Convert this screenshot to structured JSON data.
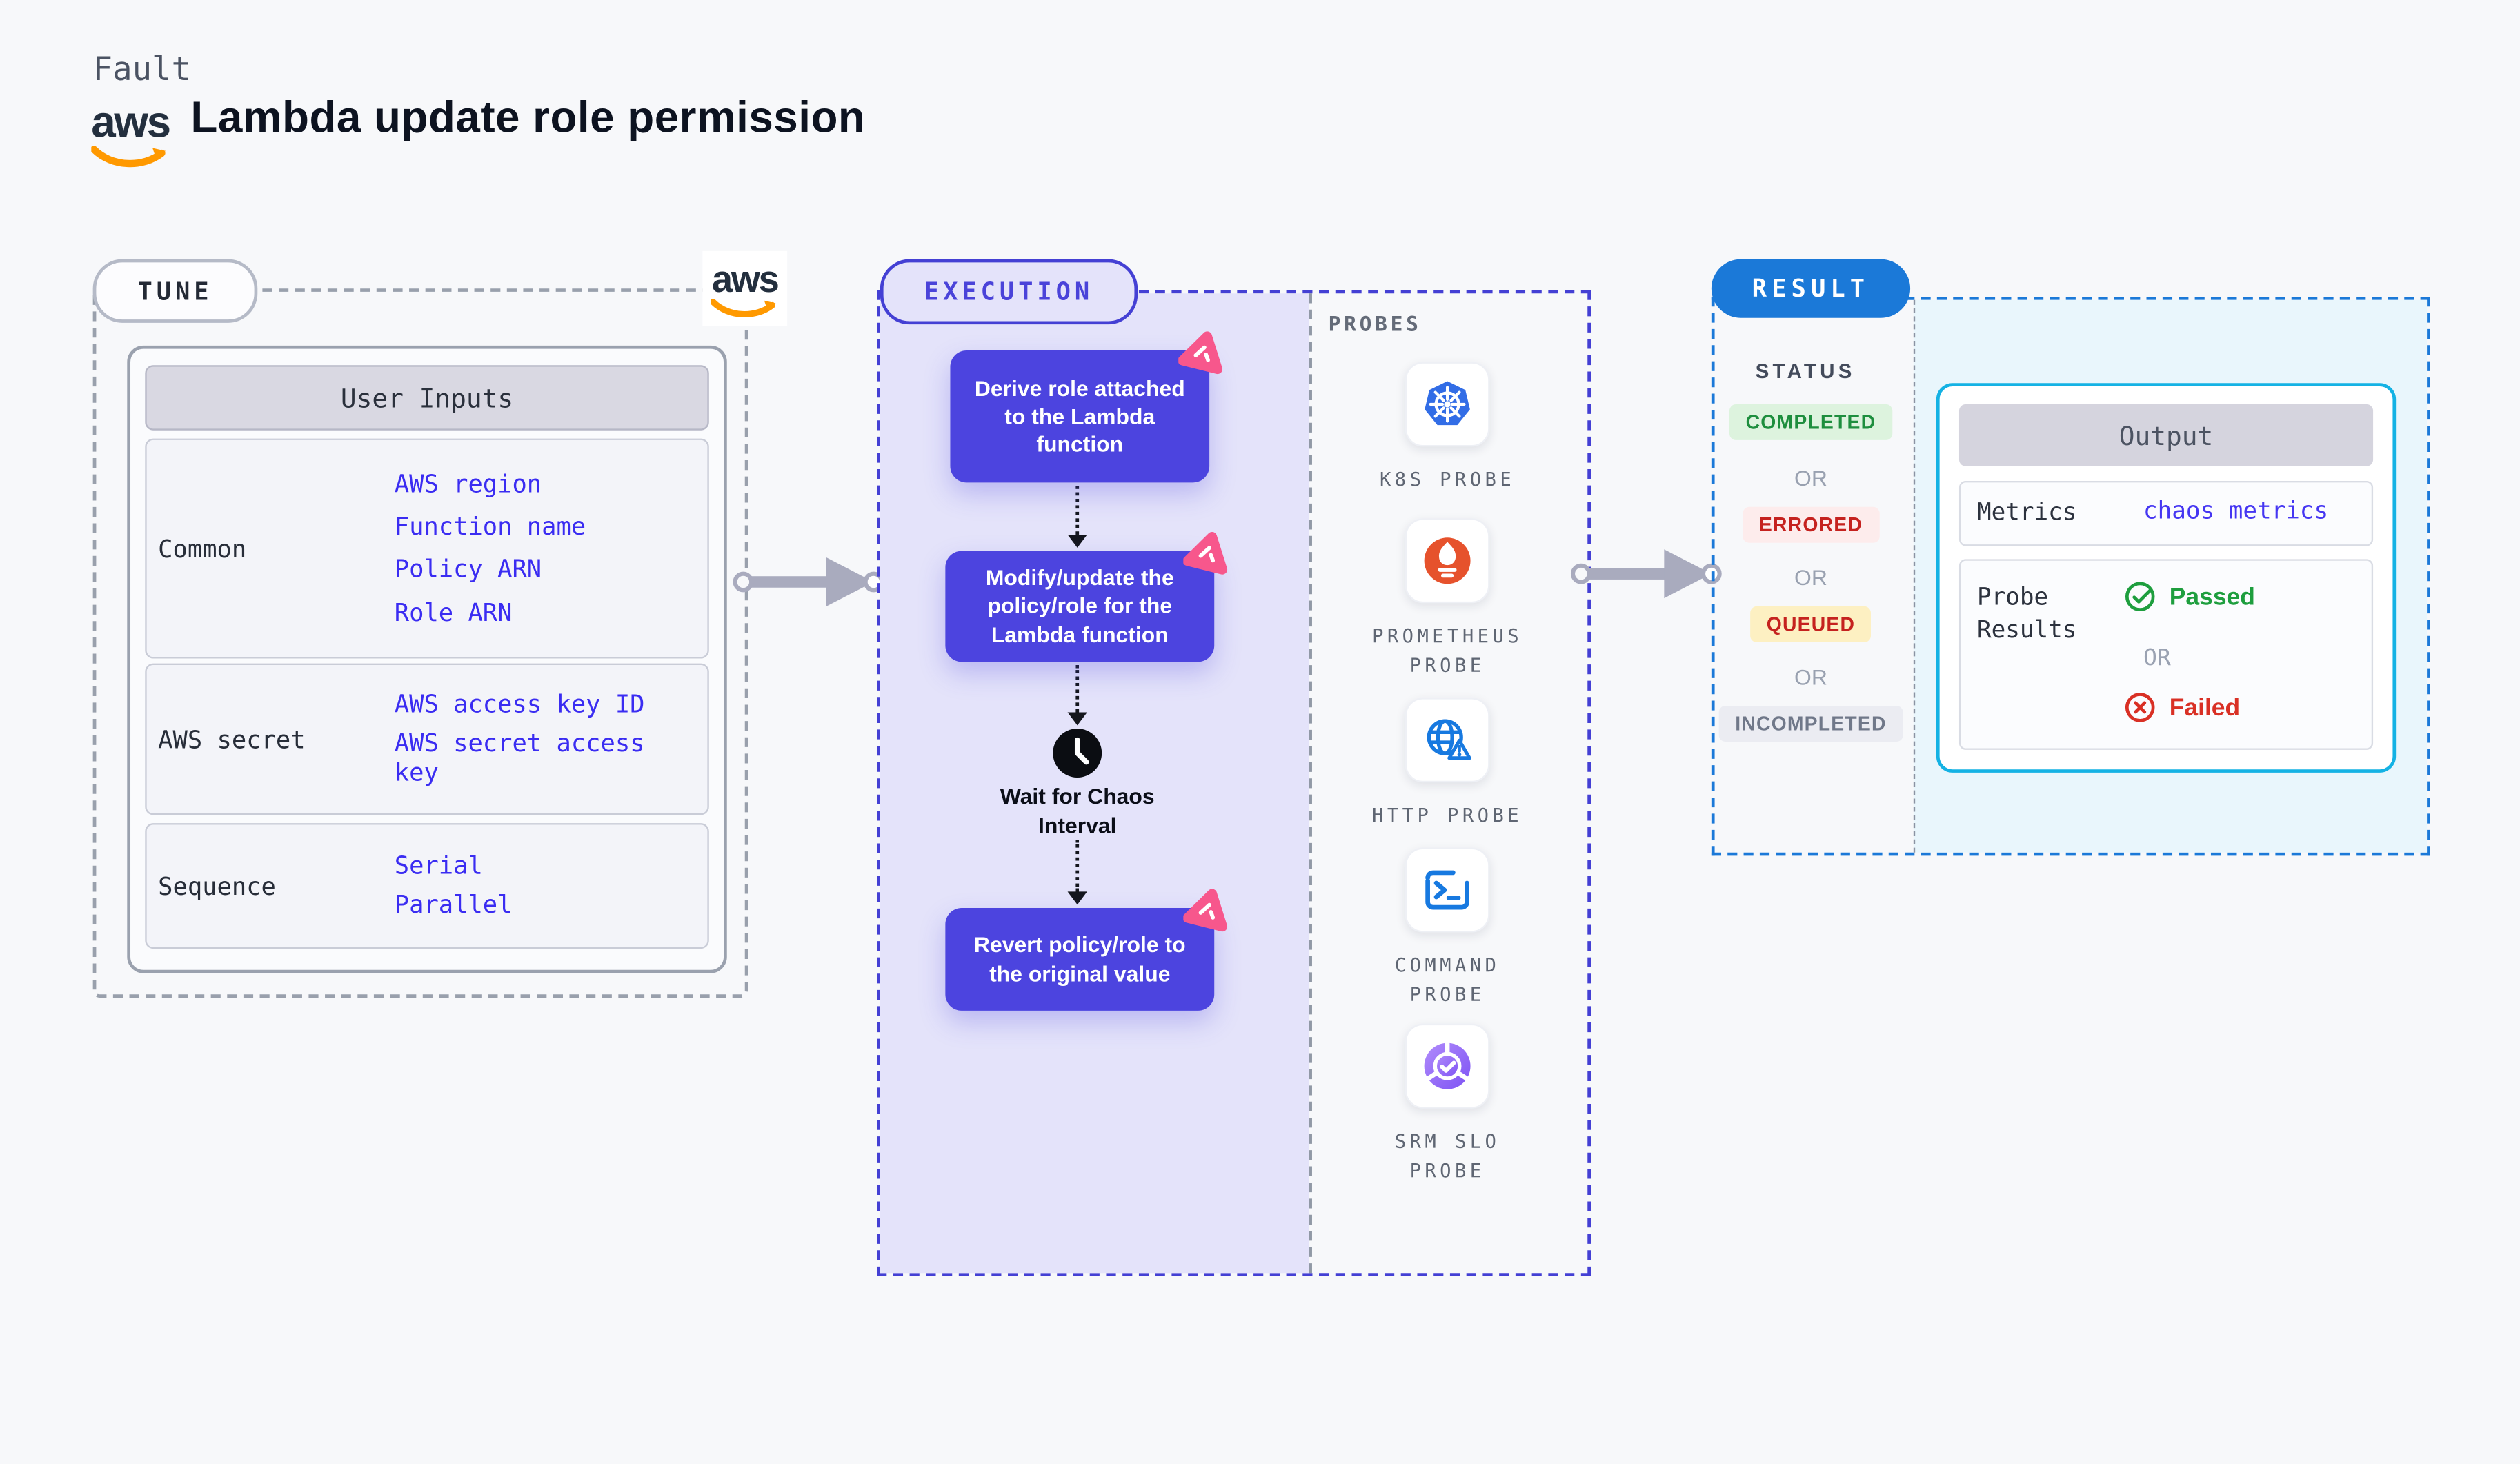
{
  "header": {
    "kicker": "Fault",
    "title": "Lambda update role permission",
    "aws_wordmark": "aws"
  },
  "tune": {
    "badge": "TUNE",
    "table_header": "User Inputs",
    "rows": [
      {
        "label": "Common",
        "links": [
          "AWS region",
          "Function name",
          "Policy ARN",
          "Role ARN"
        ]
      },
      {
        "label": "AWS secret",
        "links": [
          "AWS access key ID",
          "AWS secret access key"
        ]
      },
      {
        "label": "Sequence",
        "links": [
          "Serial",
          "Parallel"
        ]
      }
    ]
  },
  "execution": {
    "badge": "EXECUTION",
    "steps": [
      "Derive role attached to the Lambda function",
      "Modify/update the policy/role for the Lambda function",
      "Revert policy/role to the original value"
    ],
    "wait_label": "Wait for Chaos Interval"
  },
  "probes": {
    "title": "PROBES",
    "items": [
      {
        "name": "K8S PROBE",
        "icon": "kubernetes-icon"
      },
      {
        "name": "PROMETHEUS PROBE",
        "icon": "prometheus-icon"
      },
      {
        "name": "HTTP PROBE",
        "icon": "http-globe-warning-icon"
      },
      {
        "name": "COMMAND PROBE",
        "icon": "terminal-icon"
      },
      {
        "name": "SRM SLO PROBE",
        "icon": "slo-donut-check-icon"
      }
    ]
  },
  "result": {
    "badge": "RESULT",
    "status_heading": "STATUS",
    "or_label": "OR",
    "statuses": [
      {
        "label": "COMPLETED",
        "fg": "#1e8e3e",
        "bg": "#ddf3de"
      },
      {
        "label": "ERRORED",
        "fg": "#c5221f",
        "bg": "#fdecec"
      },
      {
        "label": "QUEUED",
        "fg": "#c5221f",
        "bg": "#fdf0c2"
      },
      {
        "label": "INCOMPLETED",
        "fg": "#707889",
        "bg": "#ebecf2"
      }
    ],
    "output": {
      "header": "Output",
      "metrics_label": "Metrics",
      "metrics_link": "chaos metrics",
      "probe_results_label": "Probe Results",
      "passed_label": "Passed",
      "or_label": "OR",
      "failed_label": "Failed"
    }
  },
  "colors": {
    "page_bg": "#f7f8fa",
    "accent_indigo": "#4c44df",
    "execution_border": "#4440d4",
    "execution_fill": "#e4e3fa",
    "result_blue": "#1b79d8",
    "output_border": "#14b2e4",
    "output_fill": "#e9f6fc",
    "link_blue": "#3a2cf2",
    "passed_green": "#1e9e3e",
    "failed_red": "#d93025",
    "chaos_pink": "#f7578c",
    "aws_orange": "#ff9900"
  }
}
